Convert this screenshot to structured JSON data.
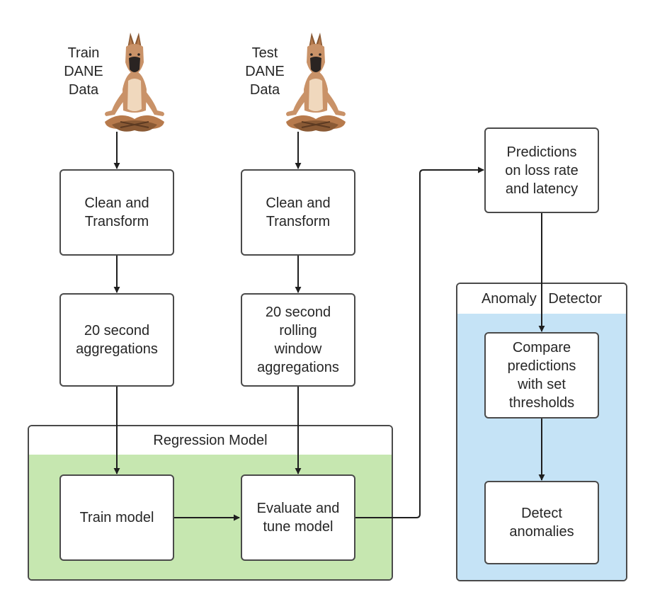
{
  "sources": {
    "train": [
      "Train",
      "DANE",
      "Data"
    ],
    "test": [
      "Test",
      "DANE",
      "Data"
    ]
  },
  "icons": {
    "source_icon": "meditating-great-dane-icon"
  },
  "nodes": {
    "train_clean": [
      "Clean and",
      "Transform"
    ],
    "test_clean": [
      "Clean and",
      "Transform"
    ],
    "train_agg": [
      "20 second",
      "aggregations"
    ],
    "test_agg": [
      "20 second",
      "rolling",
      "window",
      "aggregations"
    ],
    "train_model": [
      "Train model"
    ],
    "evaluate": [
      "Evaluate and",
      "tune model"
    ],
    "predictions": [
      "Predictions",
      "on loss rate",
      "and latency"
    ],
    "compare": [
      "Compare",
      "predictions",
      "with set",
      "thresholds"
    ],
    "detect": [
      "Detect",
      "anomalies"
    ]
  },
  "groups": {
    "regression": {
      "title": "Regression Model",
      "fill": "#c6e7b0"
    },
    "anomaly": {
      "title": "Anomaly   Detector",
      "fill": "#c5e3f6"
    }
  },
  "colors": {
    "stroke": "#4a4a4a",
    "edge": "#1f1f1f",
    "text": "#262626"
  }
}
